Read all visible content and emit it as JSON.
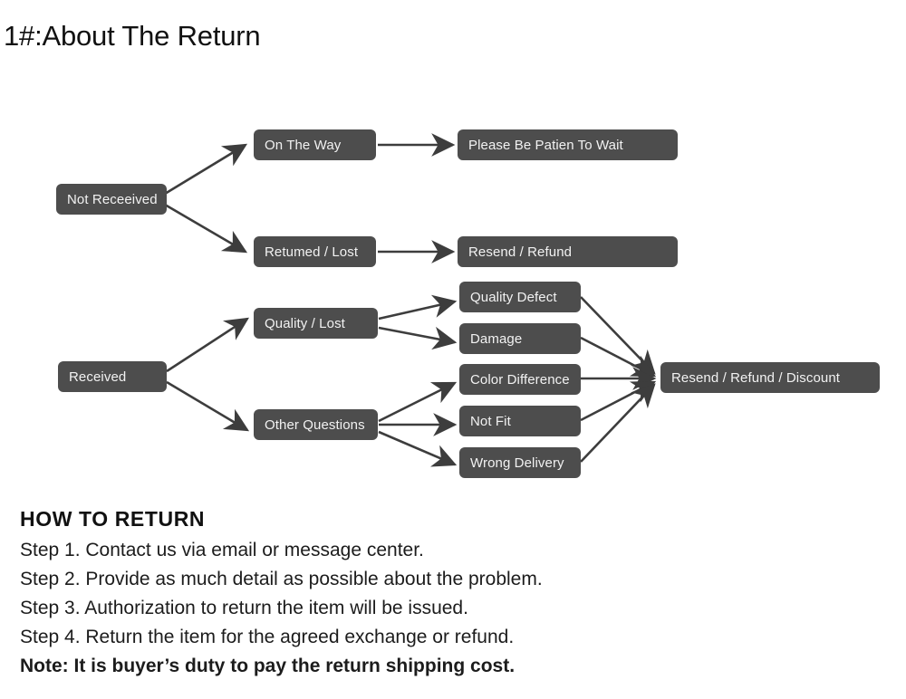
{
  "page": {
    "title": "1#:About The Return",
    "background_color": "#ffffff",
    "node_fill_color": "#4d4d4d",
    "node_text_color": "#f2f2f2",
    "arrow_color": "#3d3d3d"
  },
  "chart_data": {
    "type": "diagram",
    "title": "1#:About The Return",
    "diagram_kind": "flowchart",
    "branches": [
      {
        "root": "Not Receeived",
        "paths": [
          {
            "stage1": "On The Way",
            "stage2": "Please Be Patien To Wait"
          },
          {
            "stage1": "Retumed / Lost",
            "stage2": "Resend / Refund"
          }
        ]
      },
      {
        "root": "Received",
        "paths": [
          {
            "stage1": "Quality / Lost",
            "stage2": [
              "Quality Defect",
              "Damage"
            ],
            "stage3": "Resend / Refund / Discount"
          },
          {
            "stage1": "Other Questions",
            "stage2": [
              "Color Difference",
              "Not Fit",
              "Wrong Delivery"
            ],
            "stage3": "Resend / Refund / Discount"
          }
        ]
      }
    ]
  },
  "flow": {
    "top": {
      "root": "Not Receeived",
      "mid_1": "On The Way",
      "mid_2": "Retumed / Lost",
      "end_1": "Please Be Patien To Wait",
      "end_2": "Resend / Refund"
    },
    "bottom": {
      "root": "Received",
      "mid_1": "Quality / Lost",
      "mid_2": "Other Questions",
      "leaf_1": "Quality Defect",
      "leaf_2": "Damage",
      "leaf_3": "Color Difference",
      "leaf_4": "Not Fit",
      "leaf_5": "Wrong Delivery",
      "end": "Resend / Refund / Discount"
    }
  },
  "howto": {
    "heading": "HOW TO RETURN",
    "steps": [
      "Step 1. Contact us via email or message center.",
      "Step 2. Provide as much detail as possible about the problem.",
      "Step 3. Authorization to return the item will be issued.",
      "Step 4. Return the item for the agreed exchange or refund."
    ],
    "note": "Note: It is buyer’s duty to pay the return shipping cost."
  }
}
